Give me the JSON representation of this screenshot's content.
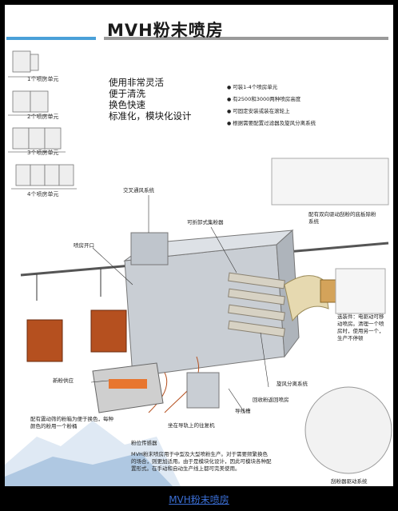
{
  "title": "MVH粉末喷房",
  "units": [
    "1个喷房单元",
    "2个喷房单元",
    "3个喷房单元",
    "4个喷房单元"
  ],
  "features": [
    "使用非常灵活",
    "便于清洗",
    "换色快速",
    "标准化，模块化设计"
  ],
  "bullets": [
    "可装1-4个喷房单元",
    "有2500和3000两种喷房高度",
    "可固定安装或装在滚轮上",
    "根据需要配置过滤器及旋风分离系统"
  ],
  "callouts": {
    "cross_vent": "交叉通风系统",
    "folding_hopper": "可折卸式集粉器",
    "booth_opening": "喷房开口",
    "bottom_clean": "配有双向驱动刮粉的底板除粉系统",
    "new_powder": "新粉供应",
    "vibrating_box": "配有震动筛的粉箱为便于换色，每种颜色的粉用一个粉桶",
    "cyclone": "旋风分离系统",
    "recovery": "回收粉返回喷房",
    "guide_rail": "导线槽",
    "trolley": "坐在导轨上的往复机",
    "position_sensor": "粉位传感器",
    "option": "选装件：电驱动可移动喷房。清理一个喷房时，使用另一个，生产不停顿",
    "scraper_drive": "刮粉器驱动系统",
    "description": "MVH粉末喷房用于中型及大型喷粉生产。对于需要频繁换色的场合，则更加适用。由于是模块化设计，因此可模块各种配置形式。在手动和自动生产线上都可完美使用。"
  },
  "link": "MVH粉末喷房",
  "colors": {
    "accent_blue": "#4aa0d8",
    "rule_grey": "#9a9a9a",
    "link": "#3b6fd6",
    "booth": "#c9ced4",
    "box": "#b5501f"
  }
}
